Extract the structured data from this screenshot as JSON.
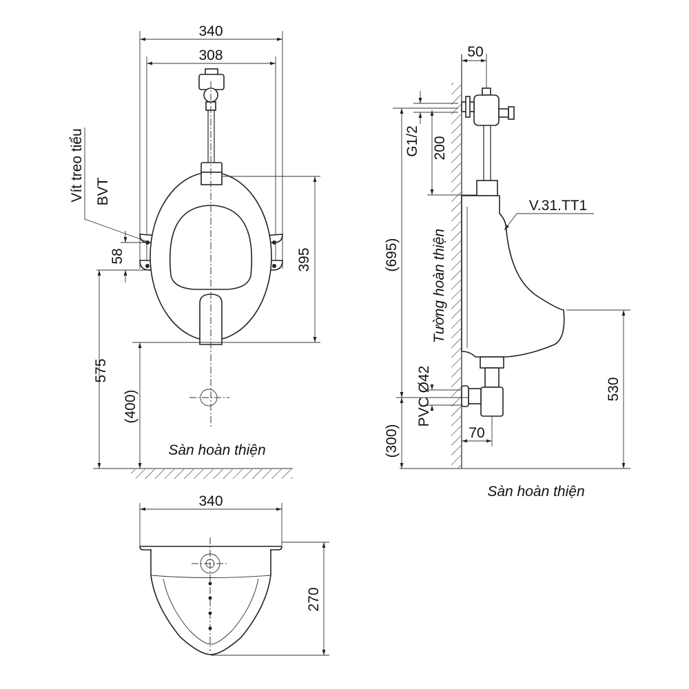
{
  "front_view": {
    "dim_overall_width": "340",
    "dim_bracket_spacing": "308",
    "dim_body_height": "395",
    "dim_bracket_height": "58",
    "dim_bracket_to_floor": "575",
    "dim_bottom_to_floor": "(400)",
    "label_screw_line1": "Vít treo tiểu",
    "label_screw_line2": "BVT",
    "label_floor": "Sàn hoàn thiện"
  },
  "top_view": {
    "dim_width": "340",
    "dim_depth": "270"
  },
  "side_view": {
    "dim_valve_offset": "50",
    "dim_inlet": "G1/2",
    "dim_valve_to_top": "200",
    "dim_inlet_height": "(695)",
    "dim_rim_height": "530",
    "dim_outlet_height": "(300)",
    "dim_trap_offset": "70",
    "label_model": "V.31.TT1",
    "label_outlet": "PVC Ø42",
    "label_wall": "Tường hoàn thiện",
    "label_floor": "Sàn hoàn thiện"
  },
  "colors": {
    "line": "#222222",
    "background": "#ffffff"
  }
}
